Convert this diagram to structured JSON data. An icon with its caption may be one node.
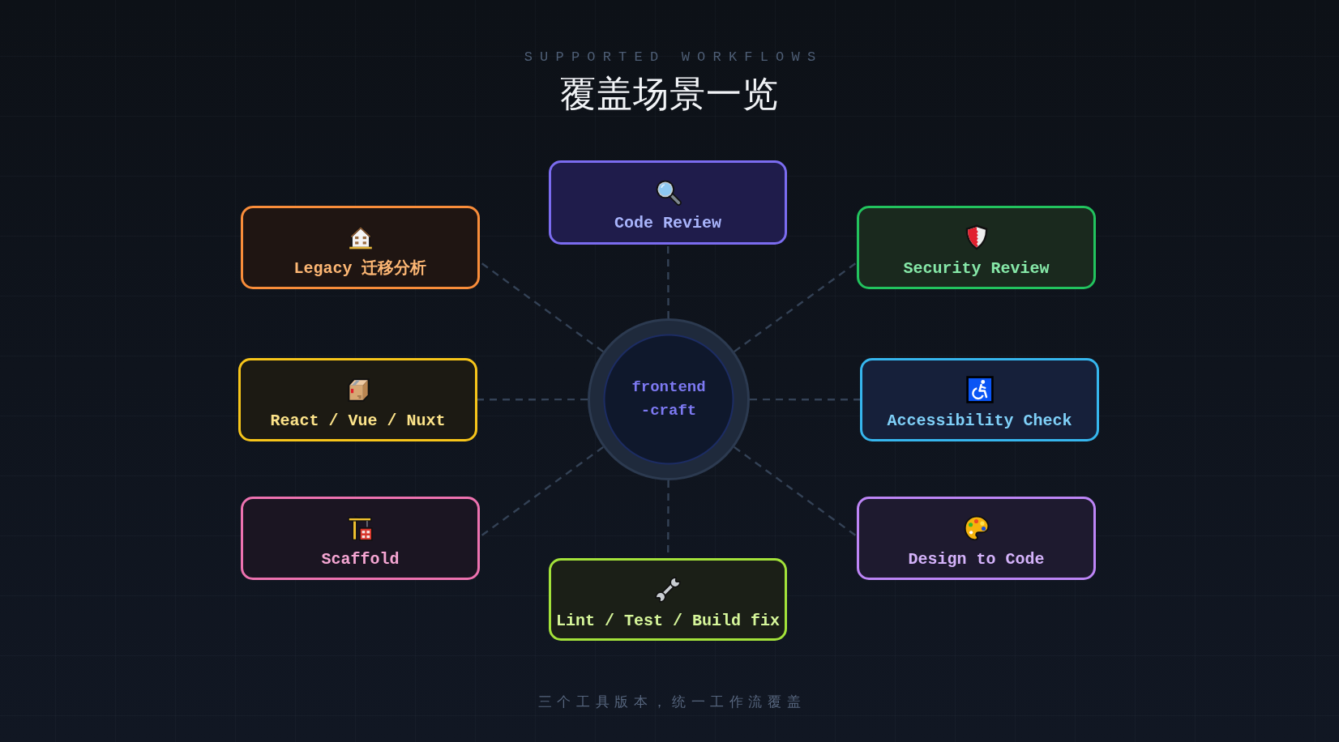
{
  "diagram": {
    "title": "覆盖场景一览",
    "caption": "三个工具版本，统一工作流覆盖",
    "nodes": [
      {
        "text": [
          "Code Review"
        ]
      },
      {
        "text": [
          "Legacy 迁移分析"
        ]
      },
      {
        "text": [
          "Security Review"
        ]
      },
      {
        "text": [
          "React / Vue / Nuxt"
        ]
      },
      {
        "text": [
          "frontend -craft"
        ]
      },
      {
        "text": [
          "Accessibility Check"
        ]
      },
      {
        "text": [
          "Scaffold"
        ]
      },
      {
        "text": [
          "Design to Code"
        ]
      },
      {
        "text": [
          "Lint / Test / Build fix"
        ]
      }
    ],
    "edges": [
      {
        "from": 4,
        "to": 0,
        "arrow": "none",
        "style": "dashed"
      },
      {
        "from": 4,
        "to": 1,
        "arrow": "none",
        "style": "dashed"
      },
      {
        "from": 4,
        "to": 2,
        "arrow": "none",
        "style": "dashed"
      },
      {
        "from": 4,
        "to": 3,
        "arrow": "none",
        "style": "dashed"
      },
      {
        "from": 4,
        "to": 5,
        "arrow": "none",
        "style": "dashed"
      },
      {
        "from": 4,
        "to": 6,
        "arrow": "none",
        "style": "dashed"
      },
      {
        "from": 4,
        "to": 7,
        "arrow": "none",
        "style": "dashed"
      },
      {
        "from": 4,
        "to": 8,
        "arrow": "none",
        "style": "dashed"
      }
    ],
    "labels": [
      "SUPPORTED WORKFLOWS"
    ]
  }
}
